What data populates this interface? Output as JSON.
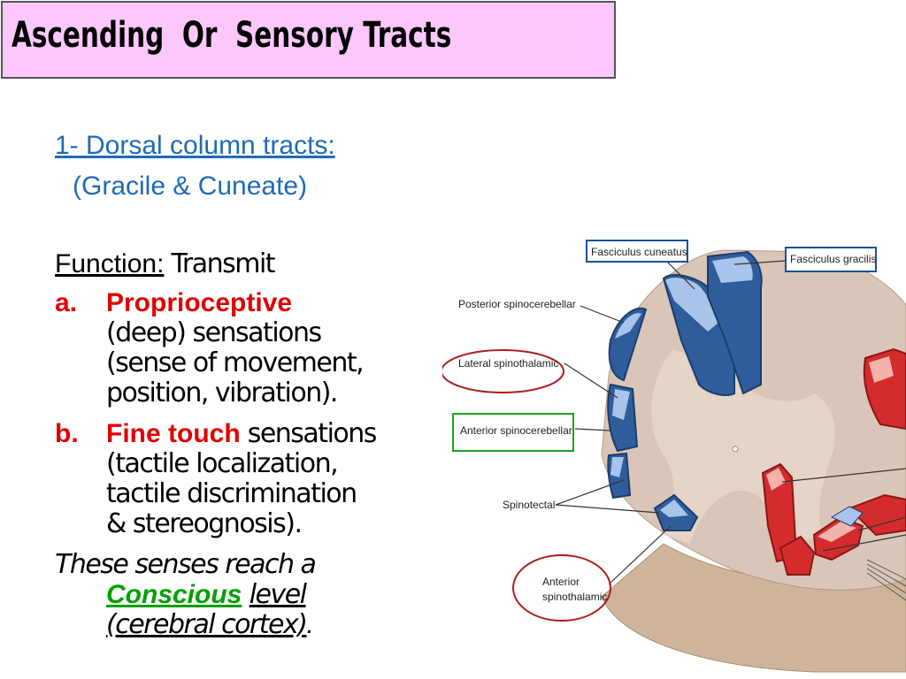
{
  "title": "Ascending  Or  Sensory Tracts",
  "section": {
    "heading": "1- Dorsal column tracts:",
    "subheading": "(Gracile & Cuneate)"
  },
  "function": {
    "label": "Function:",
    "value": " Transmit"
  },
  "items": [
    {
      "marker": "a.",
      "highlight": "Proprioceptive",
      "lines": [
        "(deep) sensations",
        "(sense of movement,",
        "position, vibration)."
      ]
    },
    {
      "marker": "b.",
      "highlight": "Fine touch",
      "highlight_rest": " sensations",
      "lines": [
        "(tactile localization,",
        "tactile discrimination",
        "& stereognosis)."
      ]
    }
  ],
  "conclusion": {
    "line1": "These senses reach a",
    "conscious": "Conscious",
    "level": "level",
    "cortex": "(cerebral cortex)",
    "period": "."
  },
  "diagram_labels": {
    "fasciculus_cuneatus": "Fasciculus cuneatus",
    "fasciculus_gracilis": "Fasciculus gracilis",
    "posterior_spinocerebellar": "Posterior spinocerebellar",
    "lateral_spinothalamic": "Lateral spinothalamic",
    "anterior_spinocerebellar": "Anterior spinocerebellar",
    "spinotectal": "Spinotectal",
    "anterior_spinothalamic_1": "Anterior",
    "anterior_spinothalamic_2": "spinothalamic"
  },
  "colors": {
    "title_bg": "#fcc8fc",
    "heading_blue": "#1e6bb8",
    "highlight_red": "#e00000",
    "conscious_green": "#00a000",
    "tract_blue": "#2f5d9c",
    "tract_red": "#d42c2c",
    "grey_matter": "#d9c6b8",
    "white_matter": "#ccb79e"
  }
}
